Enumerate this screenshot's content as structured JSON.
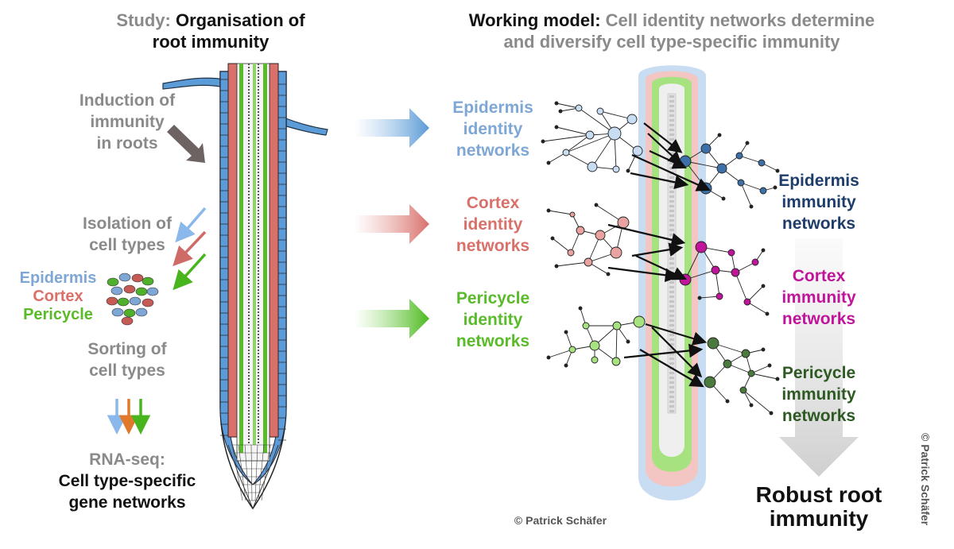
{
  "left_panel": {
    "title_prefix": "Study:",
    "title_main_line1": "Organisation of",
    "title_main_line2": "root immunity",
    "induction": [
      "Induction of",
      "immunity",
      "in roots"
    ],
    "isolation": [
      "Isolation of",
      "cell types"
    ],
    "cell_labels": [
      "Epidermis",
      "Cortex",
      "Pericycle"
    ],
    "sorting": [
      "Sorting of",
      "cell types"
    ],
    "rnaseq_prefix": "RNA-seq:",
    "rnaseq_main": [
      "Cell type-specific",
      "gene networks"
    ]
  },
  "right_panel": {
    "title_prefix": "Working model:",
    "title_line1_rest": "Cell identity networks determine",
    "title_line2": "and diversify cell type-specific immunity",
    "identity": [
      [
        "Epidermis",
        "identity",
        "networks"
      ],
      [
        "Cortex",
        "identity",
        "networks"
      ],
      [
        "Pericycle",
        "identity",
        "networks"
      ]
    ],
    "immunity": [
      [
        "Epidermis",
        "immunity",
        "networks"
      ],
      [
        "Cortex",
        "immunity",
        "networks"
      ],
      [
        "Pericycle",
        "immunity",
        "networks"
      ]
    ],
    "outcome": [
      "Robust root",
      "immunity"
    ],
    "credit": "© Patrick Schäfer"
  },
  "side_credit": "© Patrick Schäfer",
  "colors": {
    "epidermis": "#7ea7d6",
    "epidermis_dark": "#1e3d6b",
    "cortex": "#d9706a",
    "cortex_immunity": "#c0159a",
    "pericycle": "#5abb2a",
    "pericycle_dark": "#2d5a23",
    "induction_arrow": "#6e6363",
    "sort_orange": "#e07a2a"
  }
}
